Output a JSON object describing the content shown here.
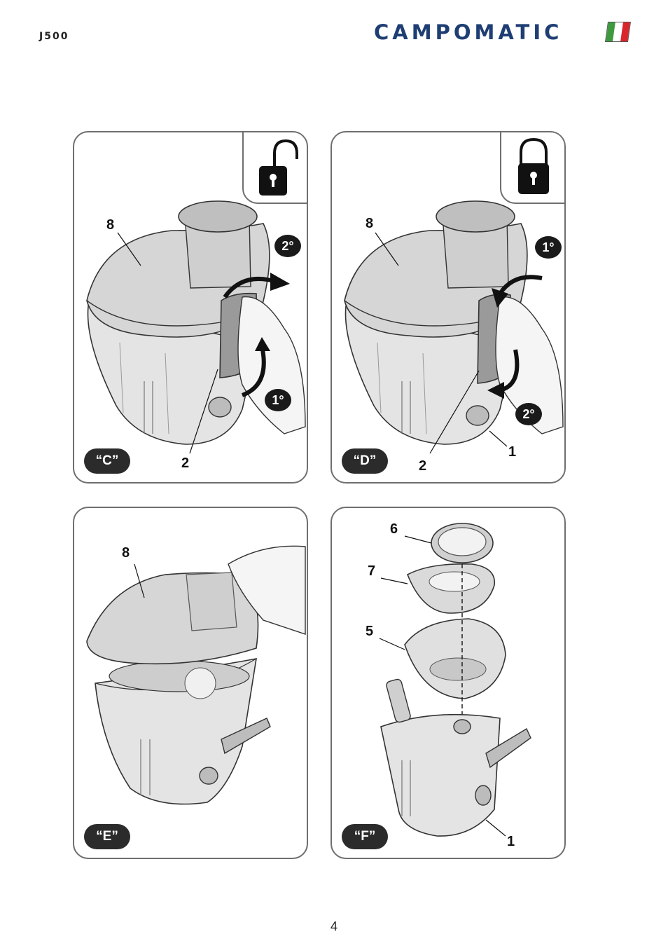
{
  "header": {
    "model_code": "J500",
    "brand": "CAMPOMATIC",
    "flag_colors": [
      "#3f9a3f",
      "#ffffff",
      "#d8262c"
    ],
    "brand_color": "#1e3e73"
  },
  "panels": [
    {
      "label": "“C”",
      "lock_icon": "unlocked-padlock-icon",
      "callouts": [
        "8",
        "2"
      ],
      "badges": [
        "2°",
        "1°"
      ]
    },
    {
      "label": "“D”",
      "lock_icon": "locked-padlock-icon",
      "callouts": [
        "8",
        "2",
        "1"
      ],
      "badges": [
        "1°",
        "2°"
      ]
    },
    {
      "label": "“E”",
      "callouts": [
        "8"
      ]
    },
    {
      "label": "“F”",
      "callouts": [
        "6",
        "7",
        "5",
        "1"
      ]
    }
  ],
  "footer": {
    "page_number": "4"
  }
}
